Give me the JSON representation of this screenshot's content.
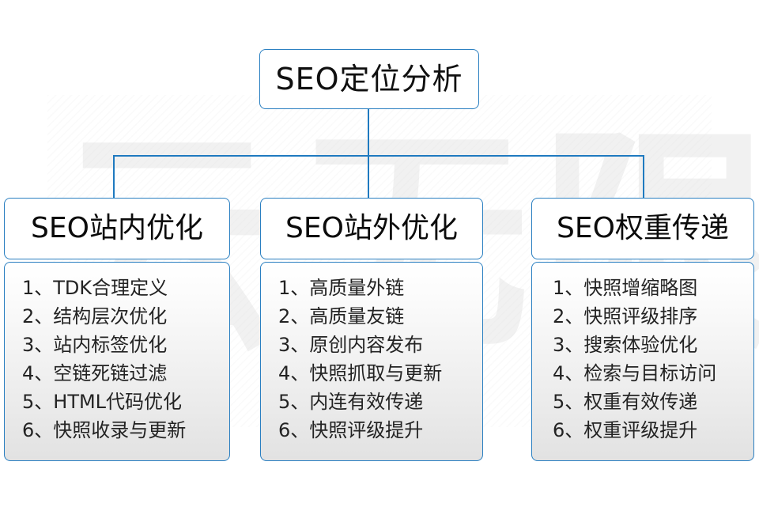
{
  "diagram": {
    "root": {
      "label": "SEO定位分析"
    },
    "columns": [
      {
        "header": "SEO站内优化",
        "items": [
          "1、TDK合理定义",
          "2、结构层次优化",
          "3、站内标签优化",
          "4、空链死链过滤",
          "5、HTML代码优化",
          "6、快照收录与更新"
        ]
      },
      {
        "header": "SEO站外优化",
        "items": [
          "1、高质量外链",
          "2、高质量友链",
          "3、原创内容发布",
          "4、快照抓取与更新",
          "5、内连有效传递",
          "6、快照评级提升"
        ]
      },
      {
        "header": "SEO权重传递",
        "items": [
          "1、快照增缩略图",
          "2、快照评级排序",
          "3、搜索体验优化",
          "4、检索与目标访问",
          "5、权重有效传递",
          "6、权重评级提升"
        ]
      }
    ],
    "watermark": {
      "text": "云无限"
    },
    "colors": {
      "border": "#2a7fc1",
      "connector": "#1f7ac0",
      "background": "#ffffff",
      "text": "#101010",
      "item_text": "#232323",
      "watermark": "#f1f1f1"
    }
  }
}
